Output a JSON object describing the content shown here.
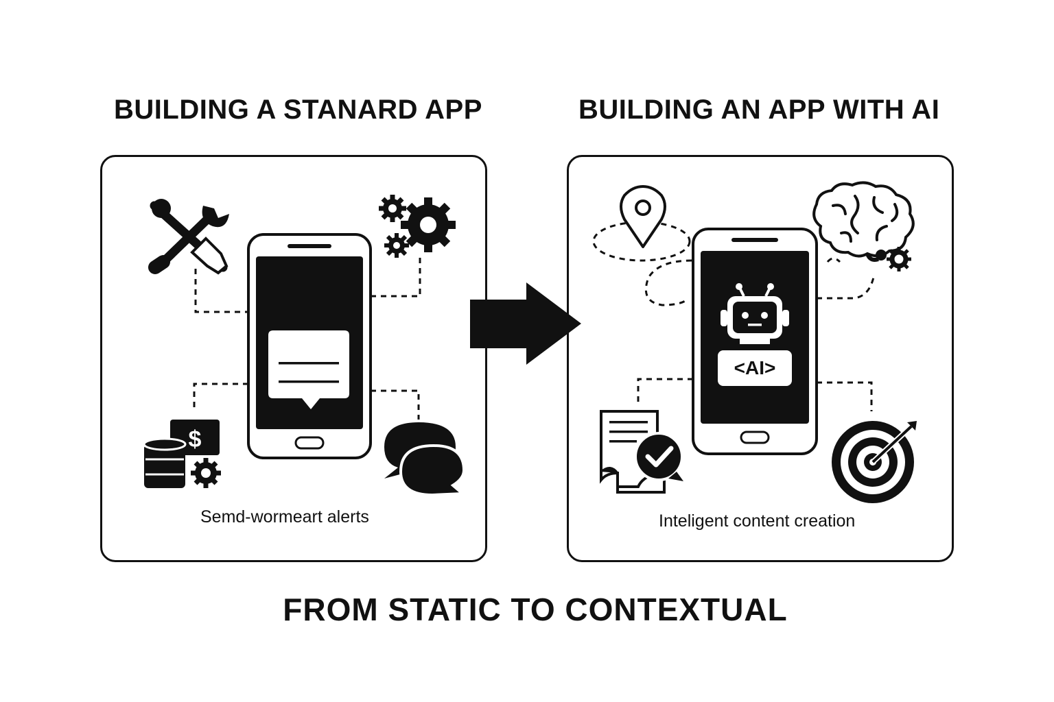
{
  "left": {
    "heading": "BUILDING A STANARD APP",
    "caption": "Semd-wormeart alerts",
    "icons": [
      "tools-icon",
      "gears-icon",
      "database-money-icon",
      "chat-bubbles-icon",
      "message-icon"
    ]
  },
  "right": {
    "heading": "BUILDING AN APP WITH AI",
    "caption": "Inteligent content creation",
    "ai_label": "<AI>",
    "icons": [
      "location-pin-icon",
      "brain-gear-icon",
      "robot-icon",
      "document-check-icon",
      "target-icon"
    ]
  },
  "transition_icon": "arrow-right-icon",
  "footer": "FROM STATIC TO CONTEXTUAL"
}
